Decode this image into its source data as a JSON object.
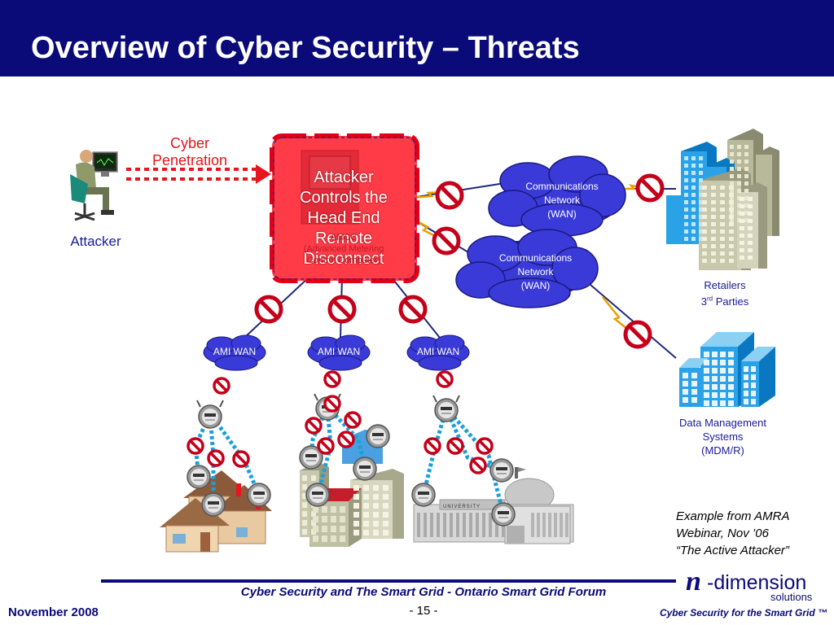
{
  "slide": {
    "title": "Overview of Cyber Security – Threats"
  },
  "diagram": {
    "cyber_penetration": "Cyber\nPenetration",
    "attacker": "Attacker",
    "central_box": {
      "overlay_text": "Attacker\nControls the\nHead End\nRemote\nDisconnect",
      "sub_text": "AMCC\n(Advanced Metering\nControl Computer)"
    },
    "wan_clouds": [
      {
        "label": "Communications\nNetwork\n(WAN)"
      },
      {
        "label": "Communications\nNetwork\n(WAN)"
      }
    ],
    "ami_clouds": [
      "AMI WAN",
      "AMI WAN",
      "AMI WAN"
    ],
    "retailers": {
      "line1": "Retailers",
      "line2": "3rd Parties"
    },
    "data_management": "Data Management\nSystems\n(MDM/R)",
    "university_sign": "UNIVERSITY",
    "example_note": "Example from AMRA\nWebinar, Nov ’06\n“The Active Attacker”"
  },
  "footer": {
    "center": "Cyber Security and The Smart Grid - Ontario Smart Grid Forum",
    "date": "November 2008",
    "page": "- 15 -",
    "right": "Cyber Security for the Smart Grid ™",
    "logo_n": "n",
    "logo_rest": "-dimension",
    "logo_sub": "solutions"
  },
  "colors": {
    "header_bg": "#0a0a78",
    "threat_red": "#e8141e",
    "cloud_blue": "#3a3ad8",
    "label_blue": "#1a1a9a"
  }
}
